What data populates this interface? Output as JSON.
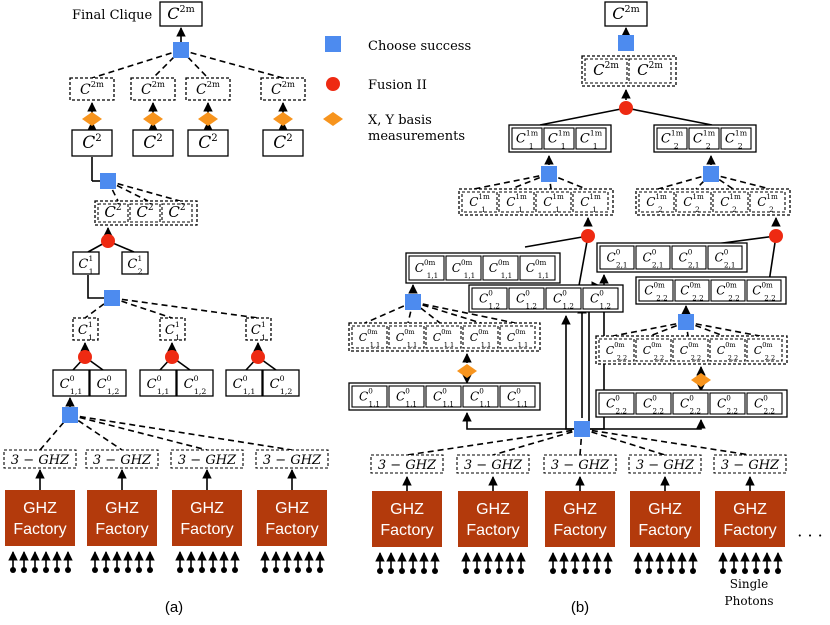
{
  "legend": {
    "choose_success": "Choose success",
    "fusion": "Fusion II",
    "measure_line1": "X, Y basis",
    "measure_line2": "measurements"
  },
  "left_title": "Final Clique",
  "left": {
    "final": "C",
    "final_sup": "2m",
    "c2m": {
      "base": "C",
      "sup": "2m"
    },
    "c2": {
      "base": "C",
      "sup": "2"
    },
    "c1": {
      "base": "C",
      "sup": "1",
      "sub": "1"
    },
    "c1b": {
      "base": "C",
      "sup": "1",
      "sub": "2"
    },
    "c011": {
      "base": "C",
      "sup": "0",
      "sub": "1,1"
    },
    "c012": {
      "base": "C",
      "sup": "0",
      "sub": "1,2"
    }
  },
  "right": {
    "c2m": {
      "base": "C",
      "sup": "2m"
    },
    "c1_1m": {
      "base": "C",
      "sup": "1m",
      "sub": "1"
    },
    "c2_1m": {
      "base": "C",
      "sup": "1m",
      "sub": "2"
    },
    "c11_0m": {
      "base": "C",
      "sup": "0m",
      "sub": "1,1"
    },
    "c21_0": {
      "base": "C",
      "sup": "0",
      "sub": "2,1"
    },
    "c12_0": {
      "base": "C",
      "sup": "0",
      "sub": "1,2"
    },
    "c22_0m": {
      "base": "C",
      "sup": "0m",
      "sub": "2,2"
    },
    "c11_0": {
      "base": "C",
      "sup": "0",
      "sub": "1,1"
    },
    "c22_0": {
      "base": "C",
      "sup": "0",
      "sub": "2,2"
    }
  },
  "ghz_label": "3 − GHZ",
  "factory_line1": "GHZ",
  "factory_line2": "Factory",
  "ellipsis": "· · ·",
  "single_photons_line1": "Single",
  "single_photons_line2": "Photons",
  "caption_a": "(a)",
  "caption_b": "(b)",
  "colors": {
    "square": "#4d8bef",
    "circle": "#ee2a12",
    "diamond": "#f7941d",
    "factory": "#b33a0c"
  }
}
